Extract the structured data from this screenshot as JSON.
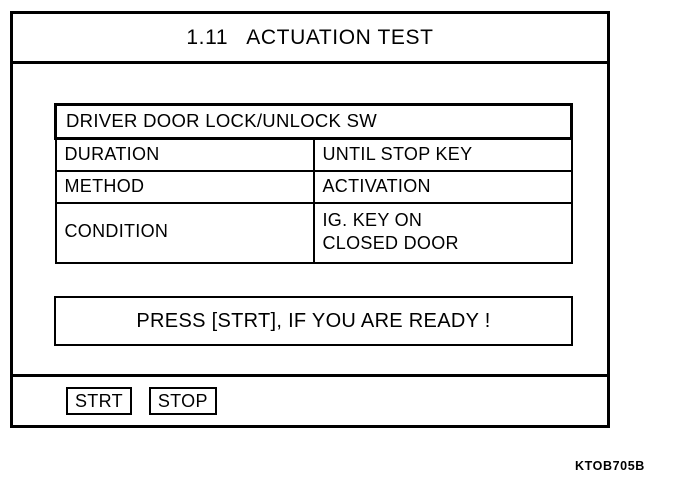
{
  "screen": {
    "title": "1.11   ACTUATION TEST",
    "background_color": "#ffffff",
    "foreground_color": "#000000"
  },
  "spec_table": {
    "header": "DRIVER DOOR LOCK/UNLOCK SW",
    "rows": [
      {
        "label": "DURATION",
        "value": "UNTIL STOP KEY"
      },
      {
        "label": "METHOD",
        "value": "ACTIVATION"
      },
      {
        "label": "CONDITION",
        "value_line1": "IG. KEY ON",
        "value_line2": "CLOSED DOOR"
      }
    ]
  },
  "prompt": {
    "message": "PRESS [STRT], IF YOU ARE READY !"
  },
  "softkeys": [
    {
      "label": "STRT"
    },
    {
      "label": "STOP"
    }
  ],
  "caption": {
    "code": "KTOB705B"
  }
}
